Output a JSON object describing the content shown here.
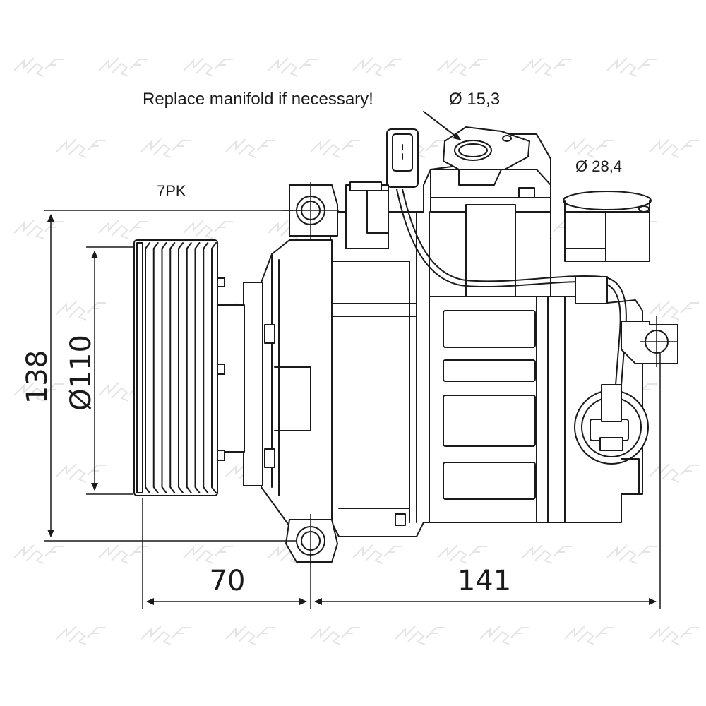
{
  "annotations": {
    "note": "Replace manifold if necessary!",
    "port_small": "Ø 15,3",
    "port_large": "Ø 28,4",
    "belt": "7PK"
  },
  "dimensions": {
    "height": "138",
    "pulley_diameter": "Ø110",
    "pulley_offset": "70",
    "body_length": "141"
  },
  "watermark": {
    "brand": "NRF",
    "color": "#e4e4e4"
  },
  "colors": {
    "line": "#1a1a1a",
    "background": "#ffffff"
  }
}
